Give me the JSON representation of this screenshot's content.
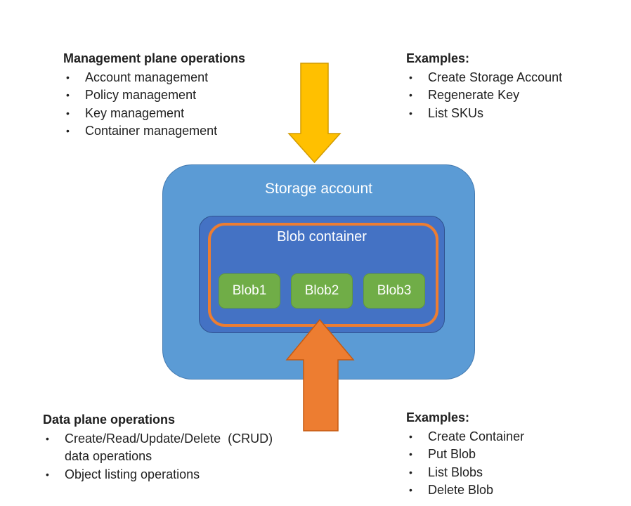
{
  "diagram": {
    "storage_label": "Storage account",
    "container_label": "Blob container",
    "blobs": [
      "Blob1",
      "Blob2",
      "Blob3"
    ]
  },
  "blocks": {
    "management": {
      "heading": "Management plane operations",
      "items": [
        {
          "bullet": "•",
          "text": "Account management"
        },
        {
          "bullet": "•",
          "text": "Policy management"
        },
        {
          "bullet": "•",
          "text": "Key management"
        },
        {
          "bullet": "•",
          "text": "Container management"
        }
      ]
    },
    "examples_top": {
      "heading": "Examples:",
      "items": [
        {
          "bullet": "•",
          "text": "Create Storage Account"
        },
        {
          "bullet": "•",
          "text": "Regenerate Key"
        },
        {
          "bullet": "•",
          "text": "List SKUs"
        }
      ]
    },
    "data_plane": {
      "heading": "Data plane operations",
      "items": [
        {
          "bullet": "•",
          "text": "Create/Read/Update/Delete  (CRUD)"
        },
        {
          "bullet": "",
          "text": "data operations"
        },
        {
          "bullet": "•",
          "text": "Object listing operations"
        }
      ]
    },
    "examples_bottom": {
      "heading": "Examples:",
      "items": [
        {
          "bullet": "•",
          "text": "Create Container"
        },
        {
          "bullet": "•",
          "text": "Put Blob"
        },
        {
          "bullet": "•",
          "text": "List Blobs"
        },
        {
          "bullet": "•",
          "text": "Delete Blob"
        }
      ]
    }
  },
  "colors": {
    "storage_fill": "#5B9BD5",
    "container_fill": "#4472C4",
    "container_outline": "#ED7D31",
    "blob_fill": "#70AD47",
    "down_arrow_fill": "#FFC000",
    "up_arrow_fill": "#ED7D31"
  }
}
